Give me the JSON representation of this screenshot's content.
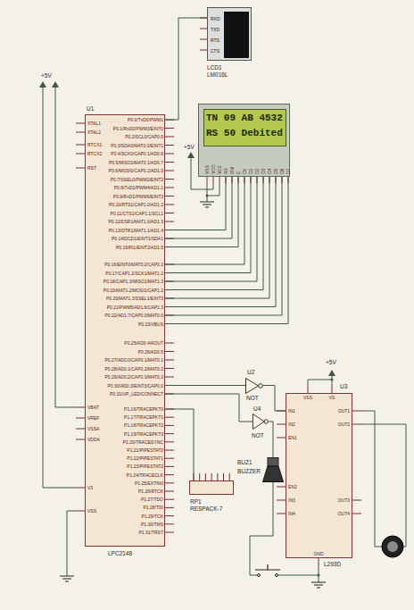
{
  "diagram": {
    "nodes": [
      {
        "text": [
          "RXD",
          "TXD",
          "RTS",
          "CTS"
        ]
      },
      {
        "text": [
          "TN 09 AB 4532",
          "RS 50 Debited"
        ]
      },
      {
        "text": [
          "U1",
          "LPC2148"
        ]
      },
      {
        "text": [
          "U2",
          "NOT"
        ]
      },
      {
        "text": [
          "U4",
          "NOT"
        ]
      },
      {
        "text": [
          "U3",
          "L293D"
        ]
      },
      {
        "text": [
          "BUZ1",
          "BUZZER"
        ]
      },
      {
        "text": [
          "RP1",
          "RESPACK-7"
        ]
      }
    ],
    "edges": [
      {
        "from": 2,
        "to": 0,
        "arrow": "none"
      },
      {
        "from": 2,
        "to": 1,
        "arrow": "none"
      },
      {
        "from": 2,
        "to": 1,
        "arrow": "none"
      },
      {
        "from": 2,
        "to": 1,
        "arrow": "none"
      },
      {
        "from": 2,
        "to": 1,
        "arrow": "none"
      },
      {
        "from": 2,
        "to": 1,
        "arrow": "none"
      },
      {
        "from": 2,
        "to": 1,
        "arrow": "none"
      },
      {
        "from": 2,
        "to": 1,
        "arrow": "none"
      },
      {
        "from": 2,
        "to": 1,
        "arrow": "none"
      },
      {
        "from": 2,
        "to": 1,
        "arrow": "none"
      },
      {
        "from": 2,
        "to": 1,
        "arrow": "none"
      },
      {
        "from": 2,
        "to": 1,
        "arrow": "none"
      },
      {
        "from": 2,
        "to": 3,
        "arrow": "none"
      },
      {
        "from": 3,
        "to": 5,
        "arrow": "none"
      },
      {
        "from": 2,
        "to": 4,
        "arrow": "none"
      },
      {
        "from": 4,
        "to": 6,
        "arrow": "none"
      },
      {
        "from": 2,
        "to": 7,
        "arrow": "none"
      }
    ],
    "labels": [
      "+5V",
      "LCD1",
      "LM016L",
      "+5V",
      "VSS",
      "VDD",
      "VEE",
      "RS",
      "RW",
      "E",
      "D0",
      "D1",
      "D2",
      "D3",
      "D4",
      "D5",
      "D6",
      "D7",
      "+5V",
      "VSS",
      "VS",
      "IN1",
      "IN2",
      "EN1",
      "EN2",
      "IN3",
      "IN4",
      "OUT1",
      "OUT2",
      "OUT3",
      "OUT4",
      "GND",
      "XTAL1",
      "XTAL2",
      "RTCX1",
      "RTCX2",
      "RST",
      "VBAT",
      "VREF",
      "VSSA",
      "VDDA",
      "V3",
      "VSS",
      "P0.0/TxD0/PWM1",
      "P0.1/RxD0/PWM3/EINT0",
      "P0.2/SCL0/CAP0.0",
      "P0.3/SDA0/MAT0.0/EINT1",
      "P0.4/SCK0/CAP0.1/AD0.6",
      "P0.5/MISO0/MAT0.1/AD0.7",
      "P0.6/MOSI0/CAP0.2/AD1.0",
      "P0.7/SSEL0/PWM2/EINT2",
      "P0.8/TxD1/PWM4/AD1.1",
      "P0.9/RxD1/PWM6/EINT3",
      "P0.10/RTS1/CAP1.0/AD1.2",
      "P0.11/CTS1/CAP1.1/SCL1",
      "P0.12/DSR1/MAT1.0/AD1.3",
      "P0.13/DTR1/MAT1.1/AD1.4",
      "P0.14/DCD1/EINT1/SDA1",
      "P0.15/RI1/EINT2/AD1.5",
      "P0.16/EINT0/MAT0.2/CAP0.2",
      "P0.17/CAP1.2/SCK1/MAT1.2",
      "P0.18/CAP1.3/MISO1/MAT1.3",
      "P0.19/MAT1.2/MOSI1/CAP1.2",
      "P0.20/MAT1.3/SSEL1/EINT3",
      "P0.21/PWM5/AD1.6/CAP1.3",
      "P0.22/AD1.7/CAP0.0/MAT0.0",
      "P0.23/VBUS",
      "P0.25/AD0.4/AOUT",
      "P0.26/AD0.5",
      "P0.27/AD0.0/CAP0.1/MAT0.1",
      "P0.28/AD0.1/CAP0.2/MAT0.2",
      "P0.29/AD0.2/CAP0.3/MAT0.3",
      "P0.30/AD0.3/EINT3/CAP0.0",
      "P0.31/UP_LED/CONNECT",
      "P1.16/TRACEPKT0",
      "P1.17/TRACEPKT1",
      "P1.18/TRACEPKT2",
      "P1.19/TRACEPKT3",
      "P1.20/TRACESYNC",
      "P1.21/PIPESTAT0",
      "P1.22/PIPESTAT1",
      "P1.23/PIPESTAT2",
      "P1.24/TRACECLK",
      "P1.25/EXTIN0",
      "P1.26/RTCK",
      "P1.27/TDO",
      "P1.28/TDI",
      "P1.29/TCK",
      "P1.30/TMS",
      "P1.31/TRST"
    ]
  }
}
